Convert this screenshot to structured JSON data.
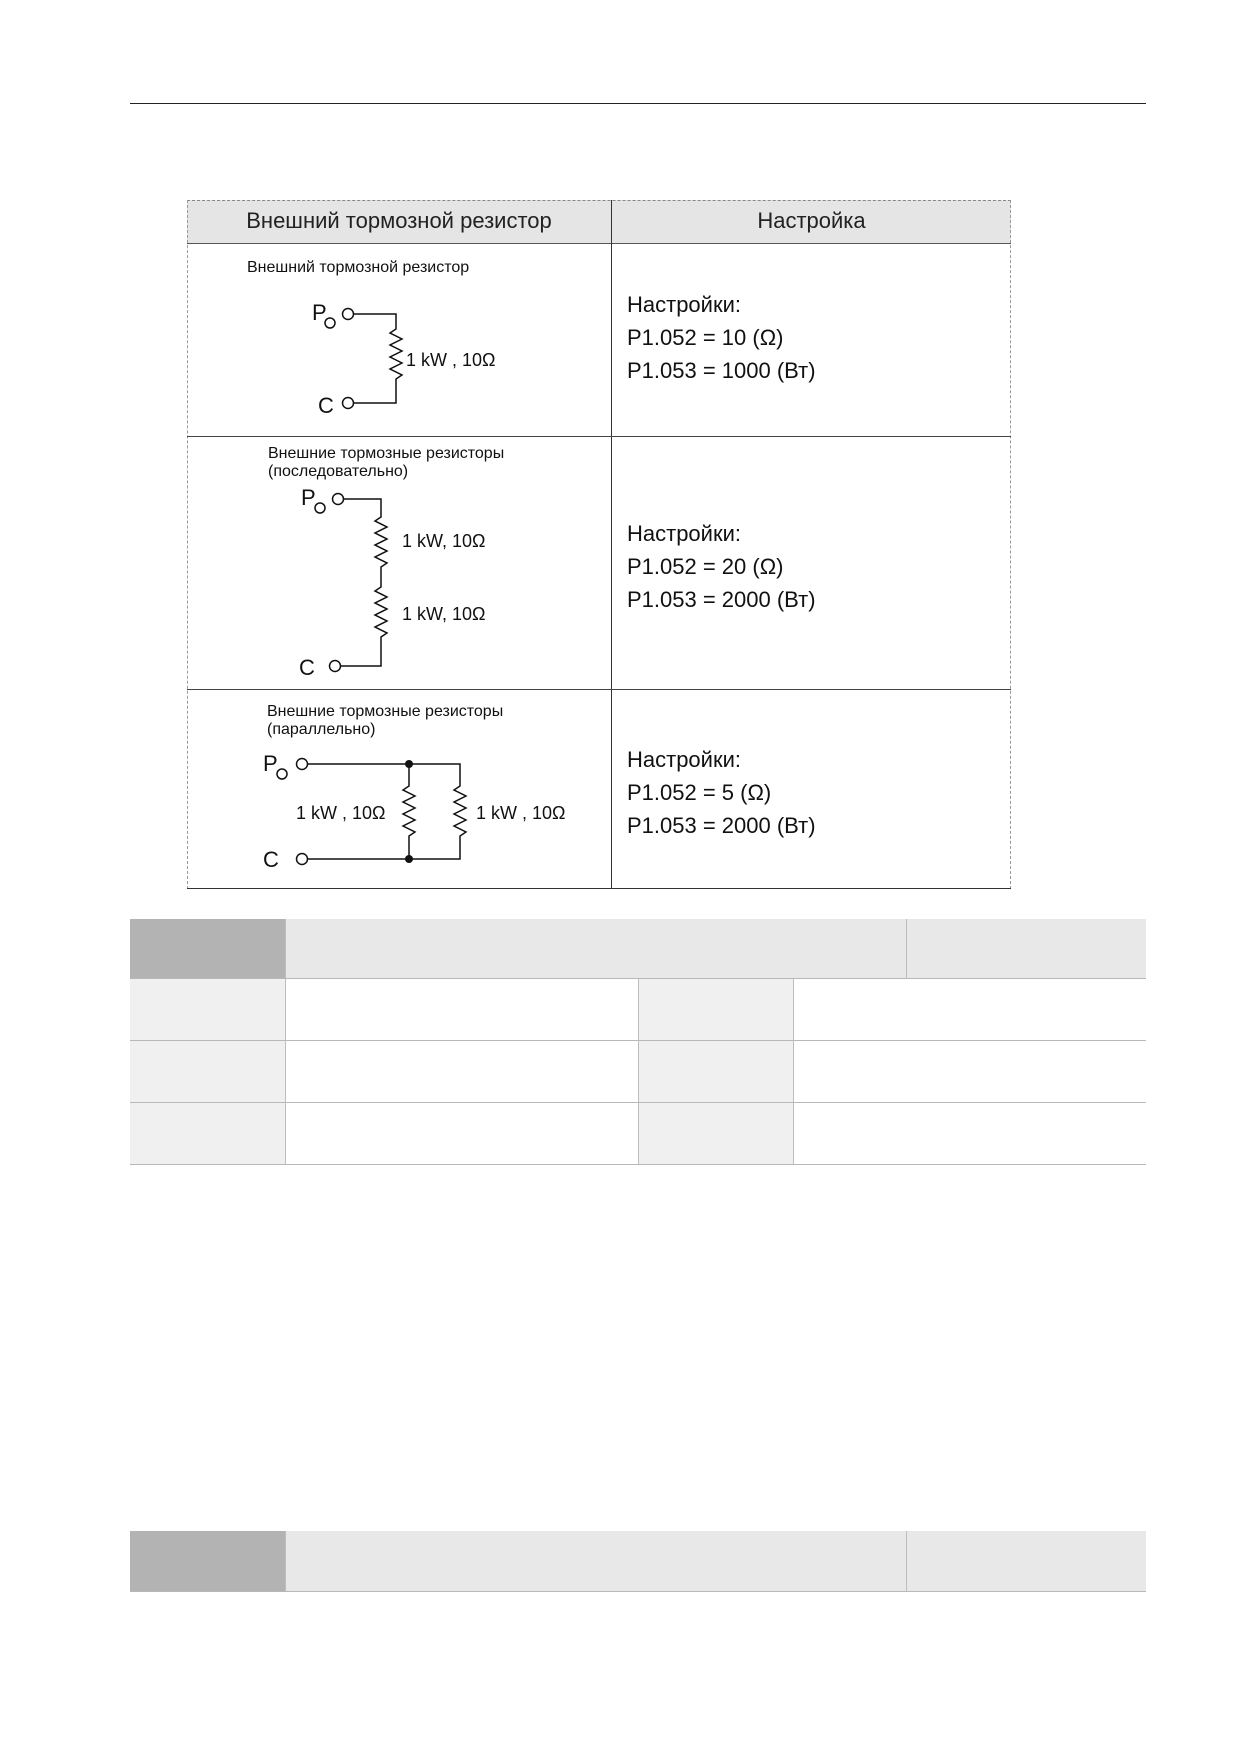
{
  "table": {
    "headers": [
      "Внешний  тормозной резистор",
      "Настройка"
    ],
    "rows": [
      {
        "caption_lines": [
          "Внешний тормозной резистор"
        ],
        "terminal_top": "P",
        "terminal_bottom": "C",
        "resistor_labels": [
          "1 kW , 10Ω"
        ],
        "settings": [
          "Настройки:",
          "P1.052 = 10 (Ω)",
          "P1.053 = 1000 (Вт)"
        ]
      },
      {
        "caption_lines": [
          "Внешние тормозные резисторы",
          "(последовательно)"
        ],
        "terminal_top": "P",
        "terminal_bottom": "C",
        "resistor_labels": [
          "1 kW, 10Ω",
          "1 kW, 10Ω"
        ],
        "settings": [
          "Настройки:",
          "P1.052 = 20 (Ω)",
          "P1.053 = 2000 (Вт)"
        ]
      },
      {
        "caption_lines": [
          "Внешние тормозные резисторы",
          "(параллельно)"
        ],
        "terminal_top": "P",
        "terminal_bottom": "C",
        "resistor_labels": [
          "1 kW , 10Ω",
          "1 kW , 10Ω"
        ],
        "settings": [
          "Настройки:",
          "P1.052 = 5 (Ω)",
          "P1.053 = 2000 (Вт)"
        ]
      }
    ]
  },
  "colors": {
    "header_bg": "#e5e5e5",
    "lower_label_bg": "#b3b3b3",
    "lower_header_bg": "#e8e8e8",
    "lower_cell_bg": "#f0f0f0"
  }
}
